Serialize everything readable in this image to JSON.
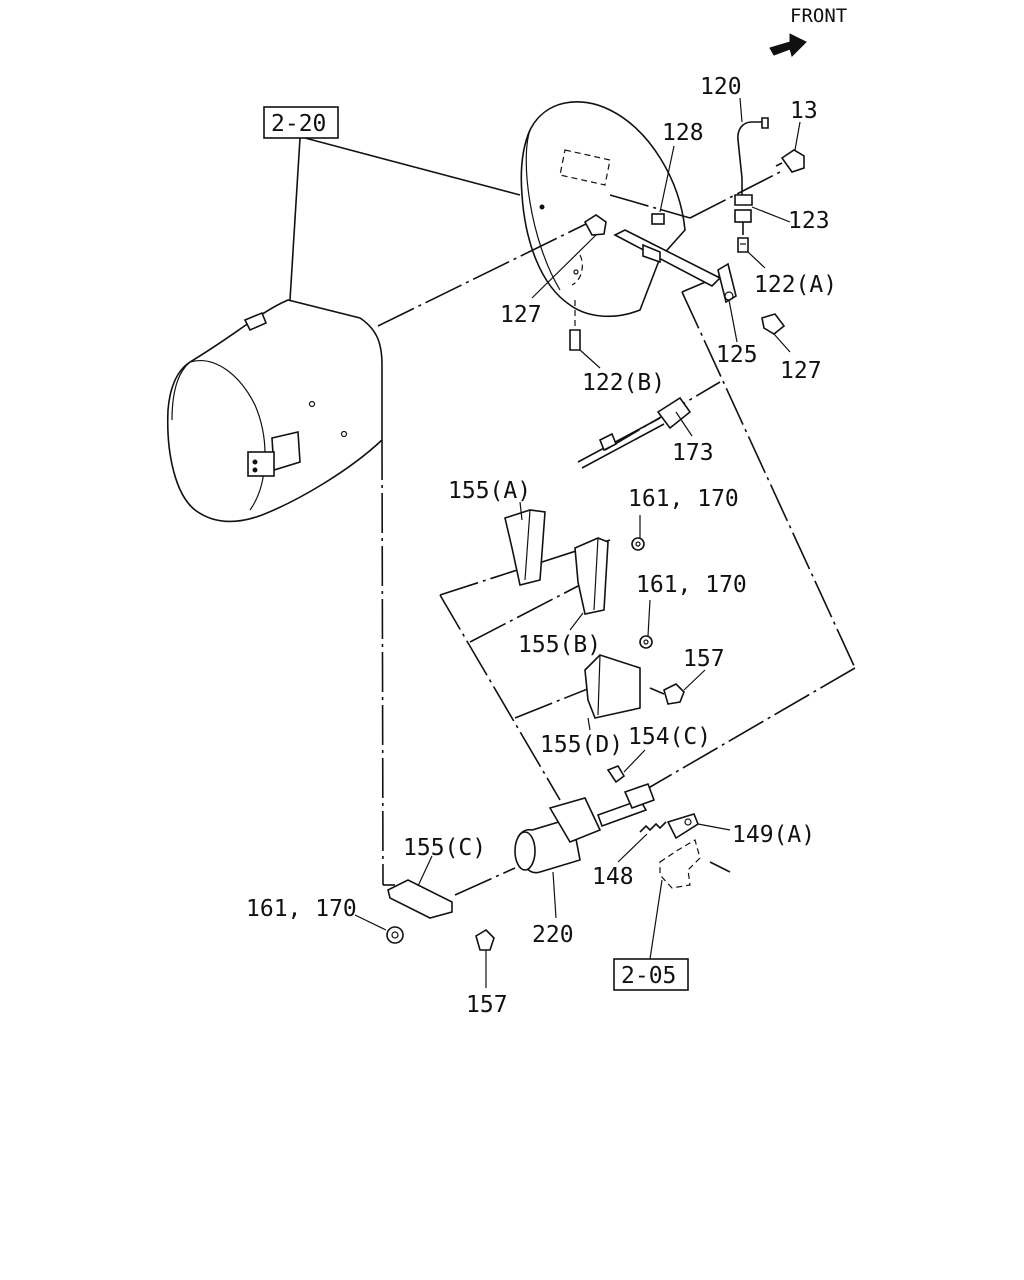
{
  "orientation": {
    "label": "FRONT",
    "icon": "front-arrow-icon"
  },
  "references": {
    "ref_top": "2-20",
    "ref_bottom": "2-05"
  },
  "callouts": {
    "c120": "120",
    "c13": "13",
    "c128": "128",
    "c123": "123",
    "c122a": "122(A)",
    "c127a": "127",
    "c125": "125",
    "c127b": "127",
    "c122b": "122(B)",
    "c173": "173",
    "c155a": "155(A)",
    "c161_170a": "161, 170",
    "c161_170b": "161, 170",
    "c155b": "155(B)",
    "c157a": "157",
    "c155d": "155(D)",
    "c154c": "154(C)",
    "c149a": "149(A)",
    "c155c": "155(C)",
    "c148": "148",
    "c161_170c": "161, 170",
    "c220": "220",
    "c157b": "157"
  }
}
